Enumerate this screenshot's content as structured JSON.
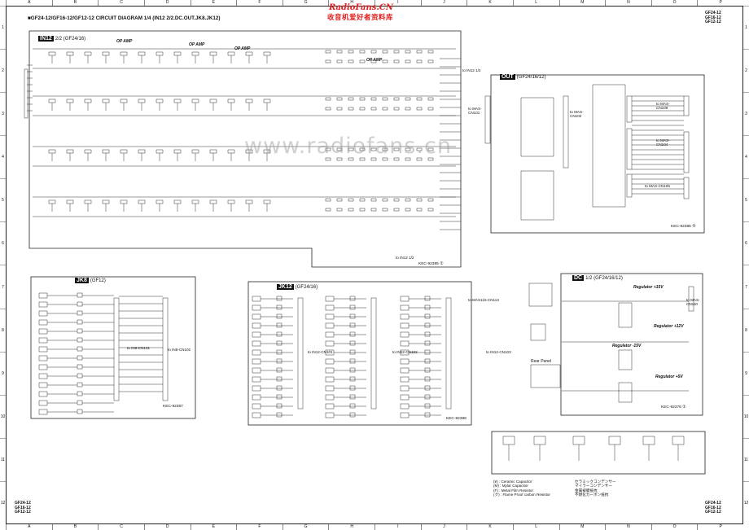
{
  "border": {
    "columns": [
      "A",
      "B",
      "C",
      "D",
      "E",
      "F",
      "G",
      "H",
      "I",
      "J",
      "K",
      "L",
      "M",
      "N",
      "O",
      "P"
    ],
    "rows": [
      "1",
      "2",
      "3",
      "4",
      "5",
      "6",
      "7",
      "8",
      "9",
      "10",
      "11",
      "12"
    ]
  },
  "title": "■GF24-12/GF16-12/GF12-12  CIRCUIT DIAGRAM 1/4 (IN12 2/2.DC.OUT.JK8.JK12)",
  "models": [
    "GF24-12",
    "GF16-12",
    "GF12-12"
  ],
  "watermark": {
    "line1": "RadioFans.CN",
    "line2": "收音机爱好者资料库",
    "ghost": "www.radiofans.cn"
  },
  "blocks": {
    "in12": {
      "tag": "IN12",
      "sub": "2/2 (GF24/16)",
      "op_amp": "OP AMP",
      "to_in12": "to IN12 1/2",
      "to_in12_b": "to IN12 1/2",
      "kec": "KEC-92385 ①"
    },
    "out": {
      "tag": "OUT",
      "sub": "(GF24/16/12)",
      "to_mas_101": "to MAS-CN101",
      "to_mas_102": "to MAS-CN102",
      "to_mas_109": "to MAS-CN109",
      "to_mas_104": "to MAS-CN104",
      "to_mas_105": "to MAS-CN105",
      "kec": "KEC-92385 ⑤"
    },
    "dc": {
      "tag": "DC",
      "sub": "1/2 (GF24/16/12)",
      "reg_p15": "Regulator +15V",
      "reg_m15": "Regulator -15V",
      "reg_p12": "Regulator +12V",
      "reg_p5": "Regulator +5V",
      "rear": "Rear Panel",
      "to_mas": "to MAS-CN110",
      "kec": "KEC-92376 ①"
    },
    "jk8": {
      "tag": "JK8",
      "sub": "(GF12)",
      "to_in8": "to IN8-CN101",
      "to_in8_b": "to IN8-CN102",
      "kec": "KEC-92387"
    },
    "jk12": {
      "tag": "JK12",
      "sub": "(GF24/16)",
      "to_mas": "to MAS115-CN113",
      "to_101": "to IN12-CN101",
      "to_102": "to IN12-CN102",
      "to_103": "to IN12-CN103",
      "kec": "KEC-92388"
    }
  },
  "legend": [
    {
      "code": "(¥) : Ceramic Capacitor",
      "jp": "セラミックコンデンサー"
    },
    {
      "code": "(M) : Mylar Capacitor",
      "jp": "マイラーコンデンサー"
    },
    {
      "code": "(F) : Metal Film Resistor",
      "jp": "金属被膜抵抗"
    },
    {
      "code": "(ク) : Flame Proof carbon Resistor",
      "jp": "不燃化カーボン抵抗"
    }
  ]
}
